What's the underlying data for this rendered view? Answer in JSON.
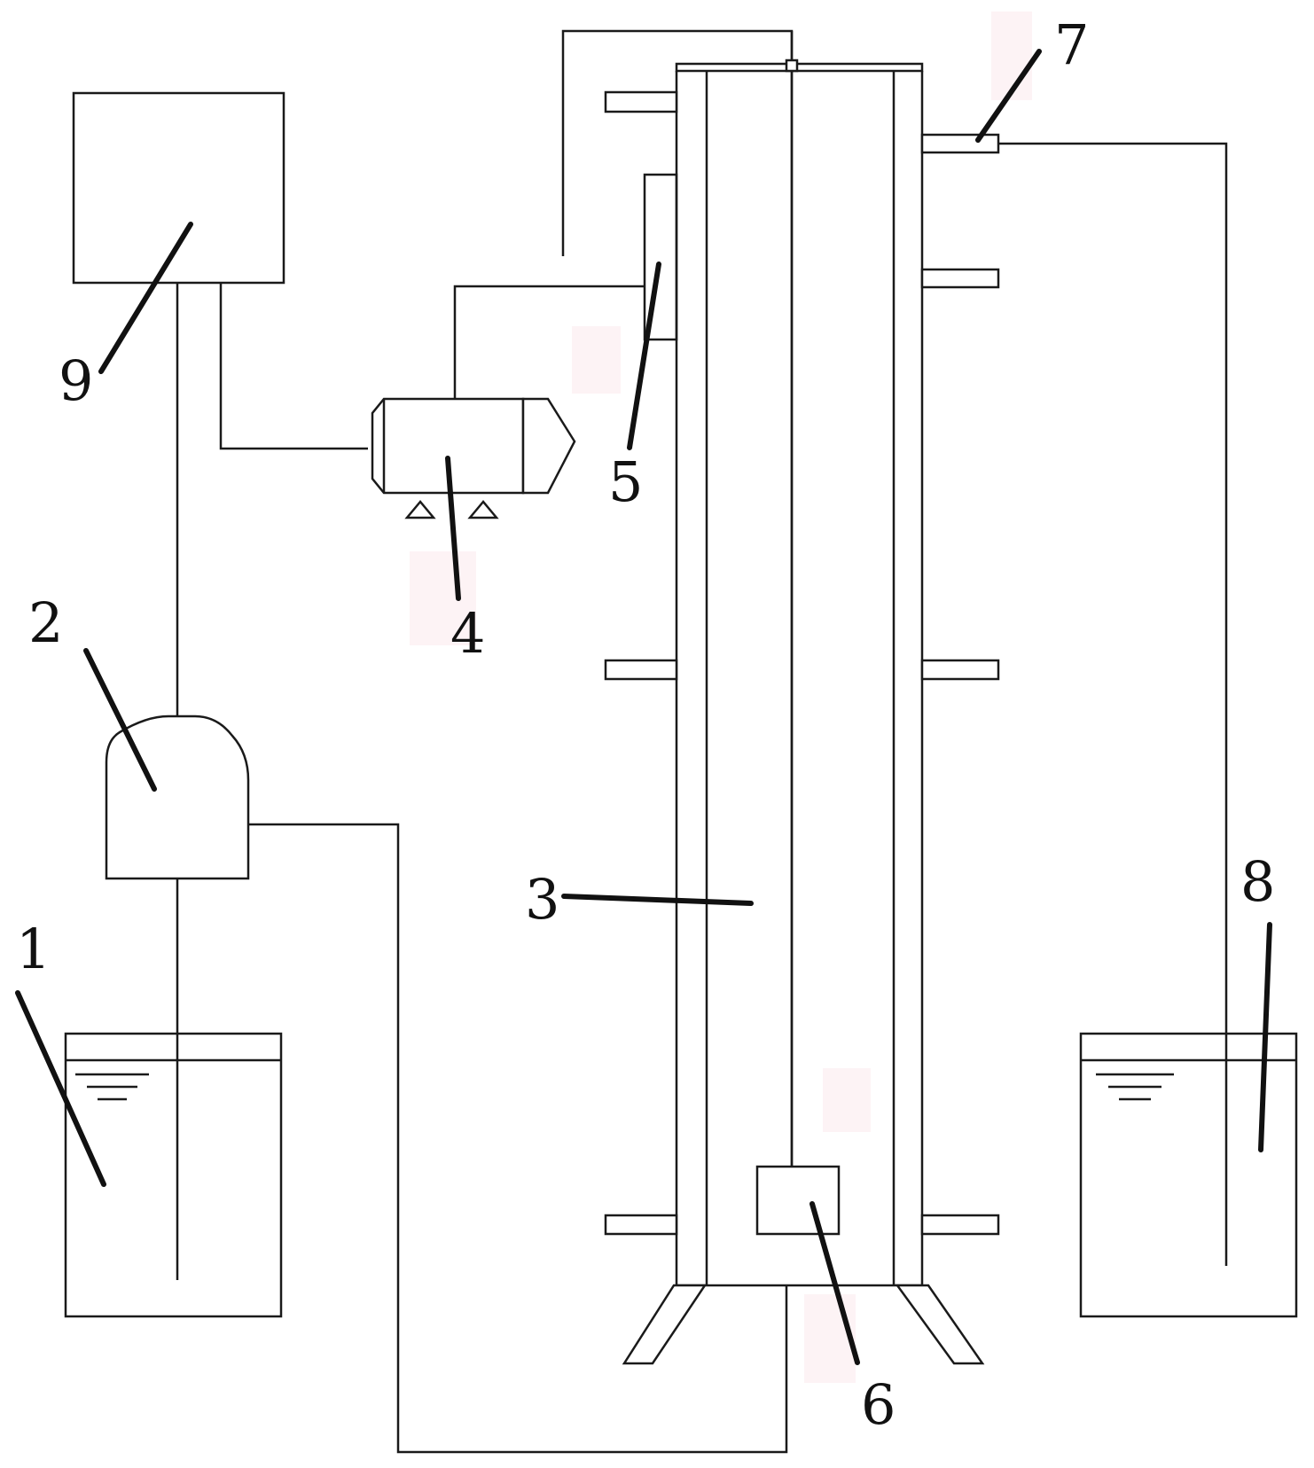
{
  "labels": {
    "l1": "1",
    "l2": "2",
    "l3": "3",
    "l4": "4",
    "l5": "5",
    "l6": "6",
    "l7": "7",
    "l8": "8",
    "l9": "9"
  },
  "colors": {
    "line": "#1a1a1a",
    "background": "#ffffff"
  }
}
